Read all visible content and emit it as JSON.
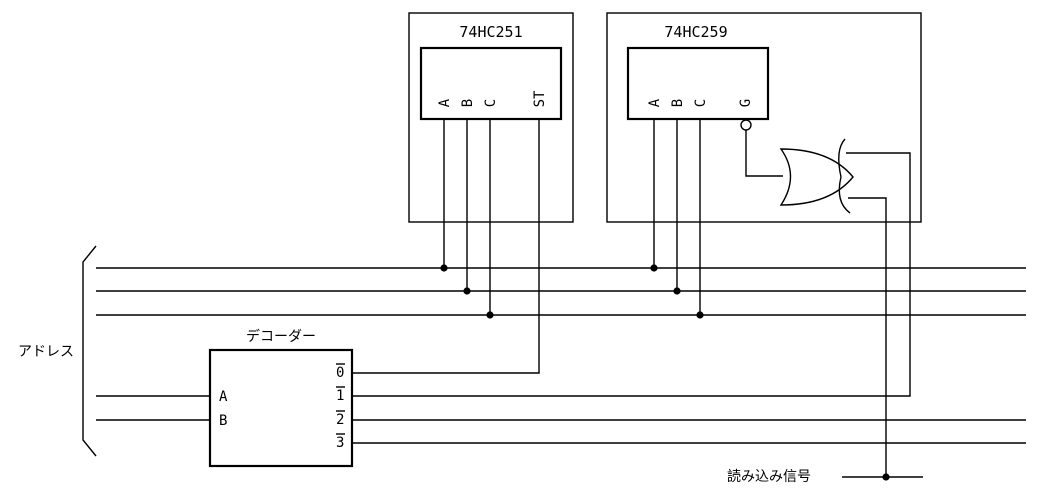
{
  "chips": {
    "mux": {
      "name": "74HC251",
      "pins": [
        "A",
        "B",
        "C",
        "ST"
      ]
    },
    "latch": {
      "name": "74HC259",
      "pins": [
        "A",
        "B",
        "C",
        "G"
      ]
    }
  },
  "decoder": {
    "title": "デコーダー",
    "inputs": [
      "A",
      "B"
    ],
    "outputs": [
      "0",
      "1",
      "2",
      "3"
    ]
  },
  "labels": {
    "address": "アドレス",
    "read_signal": "読み込み信号"
  }
}
